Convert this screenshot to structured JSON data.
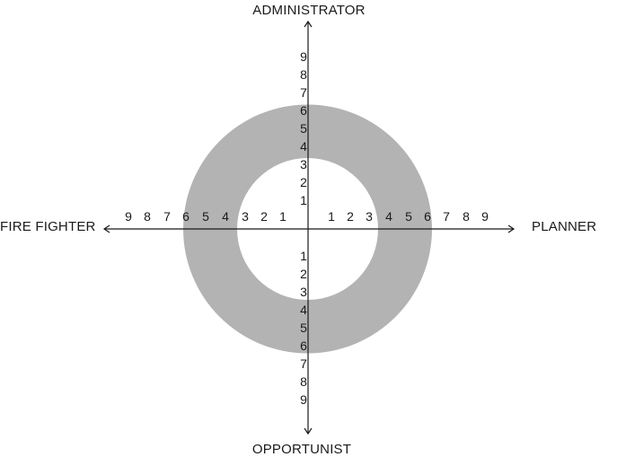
{
  "diagram": {
    "type": "quadrant-axes-with-ring",
    "axes": {
      "top": "ADMINISTRATOR",
      "bottom": "OPPORTUNIST",
      "left": "FIRE FIGHTER",
      "right": "PLANNER"
    },
    "ticks": {
      "top": [
        "1",
        "2",
        "3",
        "4",
        "5",
        "6",
        "7",
        "8",
        "9"
      ],
      "bottom": [
        "1",
        "2",
        "3",
        "4",
        "5",
        "6",
        "7",
        "8",
        "9"
      ],
      "left": [
        "1",
        "2",
        "3",
        "4",
        "5",
        "6",
        "7",
        "8",
        "9"
      ],
      "right": [
        "1",
        "2",
        "3",
        "4",
        "5",
        "6",
        "7",
        "8",
        "9"
      ]
    },
    "ring": {
      "inner_value": 3.5,
      "outer_value": 6.5,
      "fill_color": "#b3b3b3"
    },
    "colors": {
      "axis": "#1a1a1a",
      "background": "#ffffff"
    }
  }
}
